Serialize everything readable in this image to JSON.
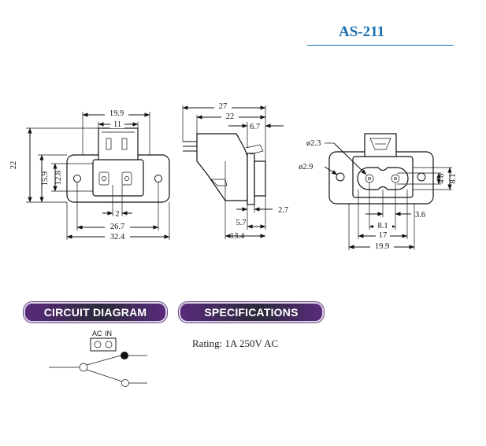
{
  "title": "AS-211",
  "colors": {
    "title": "#1a6fb0",
    "pill_dark": "#2a2a3a",
    "pill_light": "#5a2a7c",
    "ink": "#111111"
  },
  "front_view": {
    "dims": {
      "w_top": "19.9",
      "w_inner": "11",
      "h_total": "22",
      "h_mid": "15.9",
      "h_inner": "12.8",
      "pin_gap": "2",
      "w_holes": "26.7",
      "w_total": "32.4"
    }
  },
  "side_view": {
    "dims": {
      "d_total": "27",
      "d_body": "22",
      "d_tab": "6.7",
      "t_flange": "2.7",
      "d_face": "5.7",
      "d_front": "13.4"
    }
  },
  "end_view": {
    "dims": {
      "d_pin": "ø2.3",
      "d_hole": "ø2.9",
      "h_slot": "4.8",
      "h_face": "8.1",
      "w_cl": "3.6",
      "w_pins": "8.1",
      "w_face": "17",
      "w_total": "19.9"
    }
  },
  "circuit": {
    "heading": "CIRCUIT DIAGRAM",
    "ac_label": "AC",
    "in_label": "IN"
  },
  "specs": {
    "heading": "SPECIFICATIONS",
    "rating": "Rating: 1A 250V AC"
  }
}
